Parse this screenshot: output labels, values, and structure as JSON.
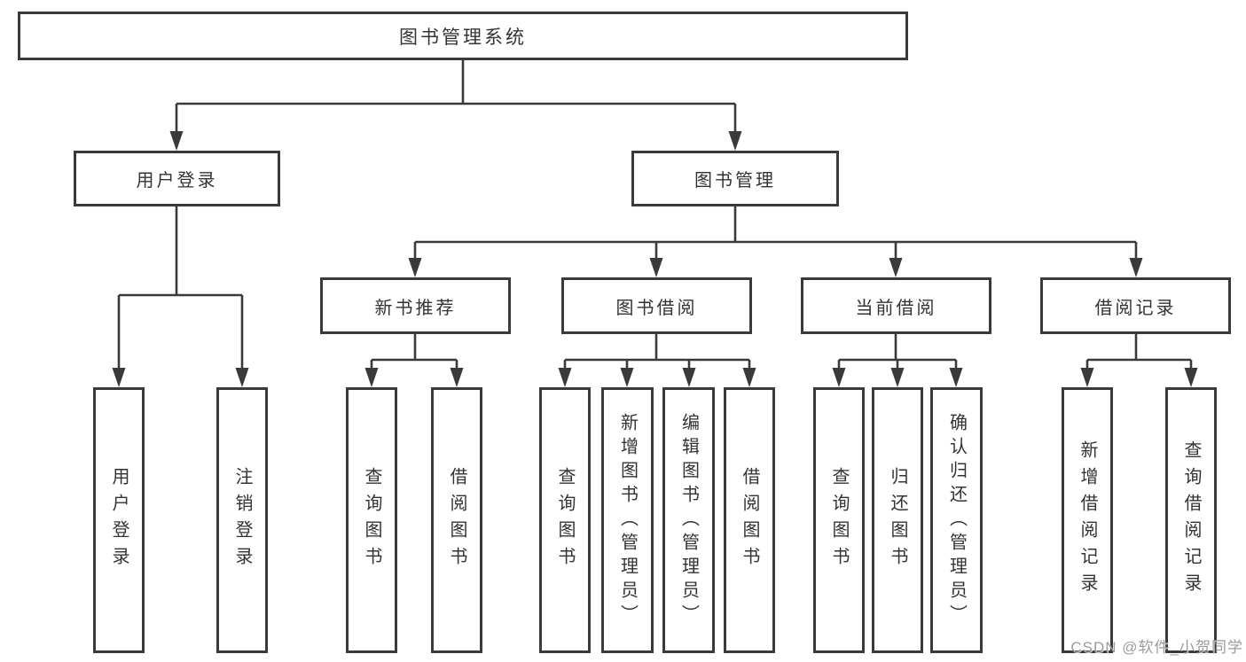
{
  "diagram": {
    "root": {
      "label": "图书管理系统"
    },
    "branches": {
      "user_login": {
        "label": "用户登录",
        "children": [
          {
            "label": "用户登录"
          },
          {
            "label": "注销登录"
          }
        ]
      },
      "book_mgmt": {
        "label": "图书管理"
      },
      "new_book": {
        "label": "新书推荐",
        "children": [
          {
            "label": "查询图书"
          },
          {
            "label": "借阅图书"
          }
        ]
      },
      "borrow": {
        "label": "图书借阅",
        "children": [
          {
            "label": "查询图书"
          },
          {
            "label": "新增图书（管理员）"
          },
          {
            "label": "编辑图书（管理员）"
          },
          {
            "label": "借阅图书"
          }
        ]
      },
      "current": {
        "label": "当前借阅",
        "children": [
          {
            "label": "查询图书"
          },
          {
            "label": "归还图书"
          },
          {
            "label": "确认归还（管理员）"
          }
        ]
      },
      "records": {
        "label": "借阅记录",
        "children": [
          {
            "label": "新增借阅记录"
          },
          {
            "label": "查询借阅记录"
          }
        ]
      }
    },
    "colors": {
      "line": "#3a3a3a",
      "text": "#333333",
      "watermark": "#949494",
      "background": "#ffffff"
    },
    "watermark": "CSDN @软件_小贺同学"
  }
}
